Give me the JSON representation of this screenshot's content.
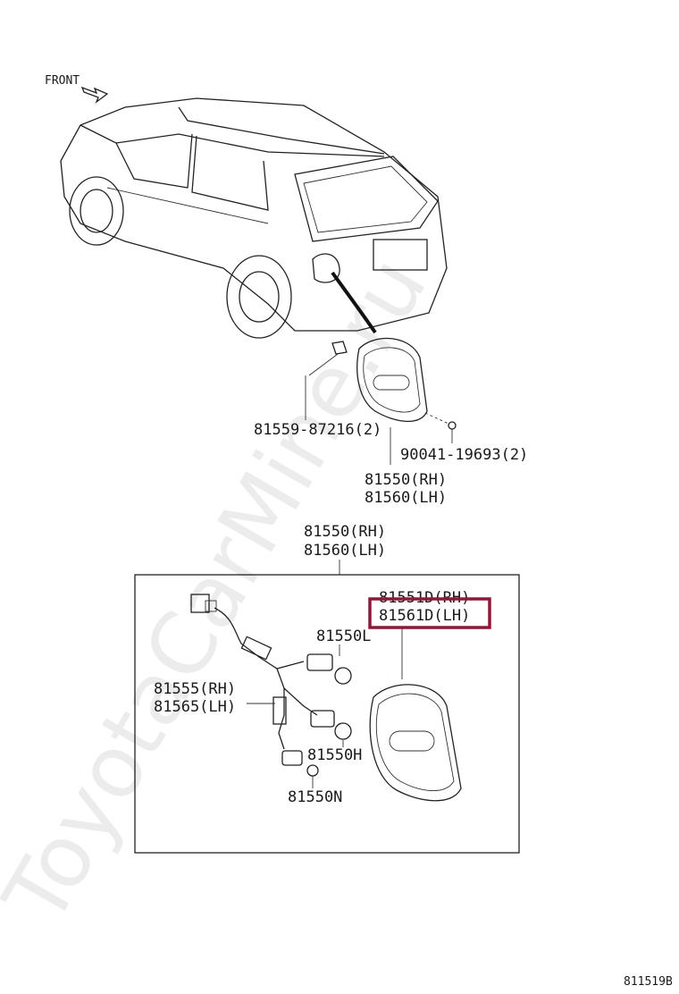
{
  "front_label": "FRONT",
  "callouts": {
    "clip": "81559-87216(2)",
    "nut": "90041-19693(2)",
    "lamp_assy_top_rh": "81550(RH)",
    "lamp_assy_top_lh": "81560(LH)",
    "lamp_assy_rh": "81550(RH)",
    "lamp_assy_lh": "81560(LH)",
    "lens_rh": "81551D(RH)",
    "lens_lh": "81561D(LH)",
    "bulb_l": "81550L",
    "socket_rh": "81555(RH)",
    "socket_lh": "81565(LH)",
    "bulb_h": "81550H",
    "bulb_n": "81550N"
  },
  "diagram_code": "811519B",
  "watermark": "ToyotaCarMine.ru",
  "highlight_color": "#8b1a3a"
}
